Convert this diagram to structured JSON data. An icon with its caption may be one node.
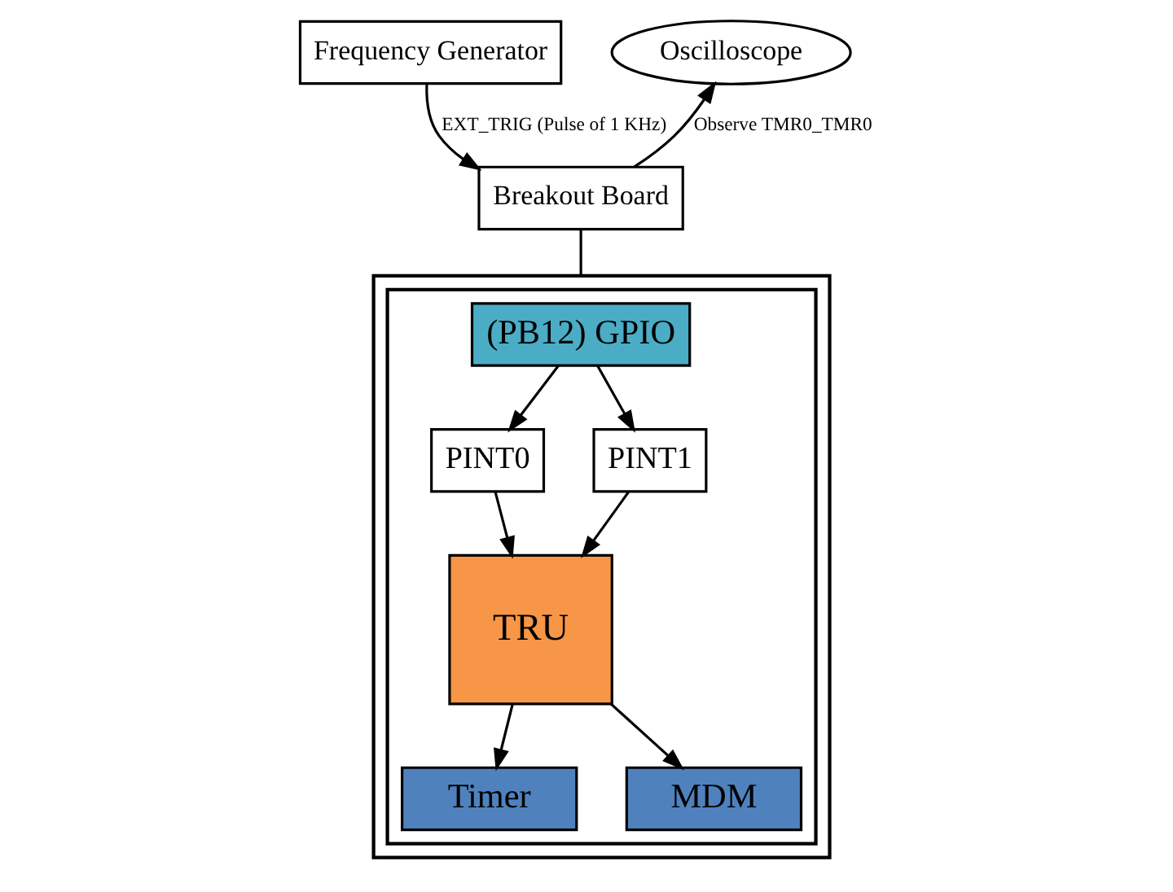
{
  "diagram": {
    "nodes": [
      {
        "text": [
          "Frequency Generator"
        ]
      },
      {
        "text": [
          "Oscilloscope"
        ]
      },
      {
        "text": [
          "Breakout Board"
        ]
      },
      {
        "text": [],
        "shape": "box"
      },
      {
        "text": [],
        "shape": "box",
        "in": 3
      },
      {
        "text": [
          "(PB12) GPIO"
        ],
        "in": 4
      },
      {
        "text": [
          "PINT0"
        ],
        "in": 4
      },
      {
        "text": [
          "PINT1"
        ],
        "in": 4
      },
      {
        "text": [
          "TRU"
        ],
        "in": 4
      },
      {
        "text": [
          "Timer"
        ],
        "in": 4
      },
      {
        "text": [
          "MDM"
        ],
        "in": 4
      }
    ],
    "edges": [
      {
        "from": 0,
        "to": 2,
        "arrow": "to",
        "label": "EXT_TRIG (Pulse of 1 KHz)"
      },
      {
        "from": 2,
        "to": 1,
        "arrow": "to",
        "label": "Observe TMR0_TMR0"
      },
      {
        "from": 2,
        "to": 3,
        "arrow": "none"
      },
      {
        "from": 5,
        "to": 6,
        "arrow": "to"
      },
      {
        "from": 5,
        "to": 7,
        "arrow": "to"
      },
      {
        "from": 6,
        "to": 8,
        "arrow": "to"
      },
      {
        "from": 7,
        "to": 8,
        "arrow": "to"
      },
      {
        "from": 8,
        "to": 9,
        "arrow": "to"
      },
      {
        "from": 8,
        "to": 10,
        "arrow": "to"
      }
    ]
  }
}
